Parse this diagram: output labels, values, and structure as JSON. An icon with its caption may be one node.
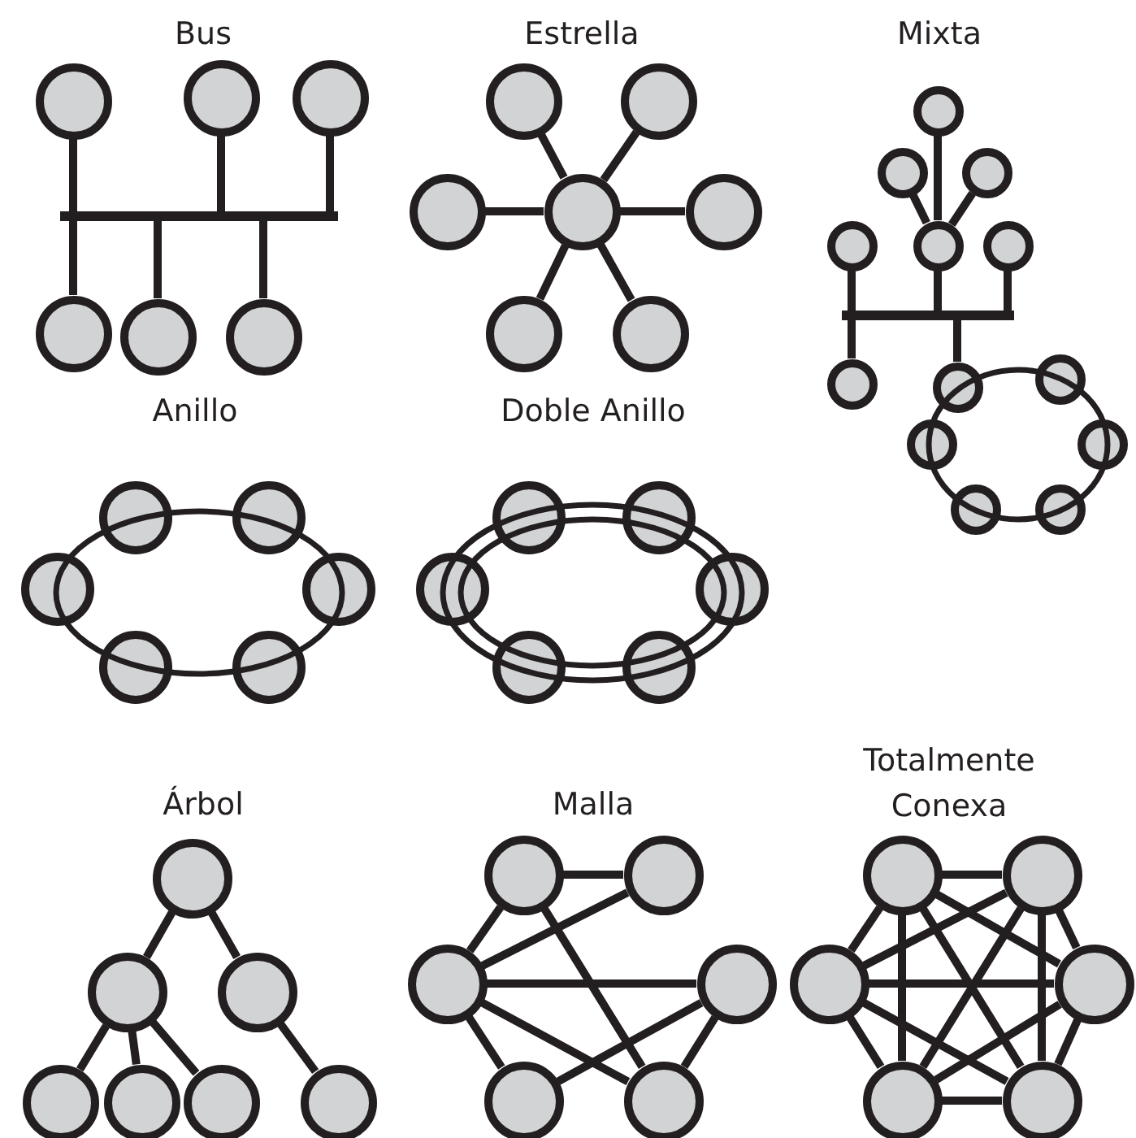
{
  "diagram": {
    "nodes": [
      {
        "text": [],
        "shape": "circle"
      },
      {
        "text": [],
        "shape": "circle"
      },
      {
        "text": [],
        "shape": "circle"
      },
      {
        "text": [],
        "shape": "bar"
      },
      {
        "text": [],
        "shape": "circle"
      },
      {
        "text": [],
        "shape": "circle"
      },
      {
        "text": [],
        "shape": "circle"
      },
      {
        "text": [],
        "shape": "circle"
      },
      {
        "text": [],
        "shape": "circle"
      },
      {
        "text": [],
        "shape": "circle"
      },
      {
        "text": [],
        "shape": "circle"
      },
      {
        "text": [],
        "shape": "circle"
      },
      {
        "text": [],
        "shape": "circle"
      },
      {
        "text": [],
        "shape": "circle"
      },
      {
        "text": [],
        "shape": "circle"
      },
      {
        "text": [],
        "shape": "circle"
      },
      {
        "text": [],
        "shape": "circle"
      },
      {
        "text": [],
        "shape": "circle"
      },
      {
        "text": [],
        "shape": "circle"
      },
      {
        "text": [],
        "shape": "circle"
      },
      {
        "text": [],
        "shape": "bar"
      },
      {
        "text": [],
        "shape": "circle"
      },
      {
        "text": [],
        "shape": "ellipse"
      },
      {
        "text": [],
        "shape": "circle"
      },
      {
        "text": [],
        "shape": "circle"
      },
      {
        "text": [],
        "shape": "circle"
      },
      {
        "text": [],
        "shape": "circle"
      },
      {
        "text": [],
        "shape": "circle"
      },
      {
        "text": [],
        "shape": "circle"
      },
      {
        "text": [],
        "shape": "ellipse"
      },
      {
        "text": [],
        "shape": "circle"
      },
      {
        "text": [],
        "shape": "circle"
      },
      {
        "text": [],
        "shape": "circle"
      },
      {
        "text": [],
        "shape": "circle"
      },
      {
        "text": [],
        "shape": "circle"
      },
      {
        "text": [],
        "shape": "circle"
      },
      {
        "text": [],
        "shape": "ellipse"
      },
      {
        "text": [],
        "shape": "ellipse",
        "in": 36
      },
      {
        "text": [],
        "shape": "circle"
      },
      {
        "text": [],
        "shape": "circle"
      },
      {
        "text": [],
        "shape": "circle"
      },
      {
        "text": [],
        "shape": "circle"
      },
      {
        "text": [],
        "shape": "circle"
      },
      {
        "text": [],
        "shape": "circle"
      },
      {
        "text": [],
        "shape": "circle"
      },
      {
        "text": [],
        "shape": "circle"
      },
      {
        "text": [],
        "shape": "circle"
      },
      {
        "text": [],
        "shape": "circle"
      },
      {
        "text": [],
        "shape": "circle"
      },
      {
        "text": [],
        "shape": "circle"
      },
      {
        "text": [],
        "shape": "circle"
      },
      {
        "text": [],
        "shape": "circle"
      },
      {
        "text": [],
        "shape": "circle"
      },
      {
        "text": [],
        "shape": "circle"
      },
      {
        "text": [],
        "shape": "circle"
      },
      {
        "text": [],
        "shape": "circle"
      },
      {
        "text": [],
        "shape": "circle"
      },
      {
        "text": [],
        "shape": "circle"
      },
      {
        "text": [],
        "shape": "circle"
      },
      {
        "text": [],
        "shape": "circle"
      },
      {
        "text": [],
        "shape": "circle"
      },
      {
        "text": [],
        "shape": "circle"
      },
      {
        "text": [],
        "shape": "circle"
      }
    ],
    "edges": [
      {
        "from": 0,
        "to": 3,
        "arrow": "none"
      },
      {
        "from": 1,
        "to": 3,
        "arrow": "none"
      },
      {
        "from": 2,
        "to": 3,
        "arrow": "none"
      },
      {
        "from": 3,
        "to": 4,
        "arrow": "none"
      },
      {
        "from": 3,
        "to": 5,
        "arrow": "none"
      },
      {
        "from": 3,
        "to": 6,
        "arrow": "none"
      },
      {
        "from": 10,
        "to": 7,
        "arrow": "none"
      },
      {
        "from": 10,
        "to": 8,
        "arrow": "none"
      },
      {
        "from": 10,
        "to": 9,
        "arrow": "none"
      },
      {
        "from": 10,
        "to": 11,
        "arrow": "none"
      },
      {
        "from": 10,
        "to": 12,
        "arrow": "none"
      },
      {
        "from": 10,
        "to": 13,
        "arrow": "none"
      },
      {
        "from": 14,
        "to": 18,
        "arrow": "none"
      },
      {
        "from": 15,
        "to": 18,
        "arrow": "none"
      },
      {
        "from": 16,
        "to": 18,
        "arrow": "none"
      },
      {
        "from": 17,
        "to": 20,
        "arrow": "none"
      },
      {
        "from": 18,
        "to": 20,
        "arrow": "none"
      },
      {
        "from": 19,
        "to": 20,
        "arrow": "none"
      },
      {
        "from": 20,
        "to": 21,
        "arrow": "none"
      },
      {
        "from": 20,
        "to": 23,
        "arrow": "none"
      },
      {
        "from": 44,
        "to": 45,
        "arrow": "none"
      },
      {
        "from": 44,
        "to": 46,
        "arrow": "none"
      },
      {
        "from": 45,
        "to": 47,
        "arrow": "none"
      },
      {
        "from": 45,
        "to": 48,
        "arrow": "none"
      },
      {
        "from": 45,
        "to": 49,
        "arrow": "none"
      },
      {
        "from": 46,
        "to": 50,
        "arrow": "none"
      },
      {
        "from": 51,
        "to": 52,
        "arrow": "none"
      },
      {
        "from": 51,
        "to": 53,
        "arrow": "none"
      },
      {
        "from": 51,
        "to": 56,
        "arrow": "none"
      },
      {
        "from": 53,
        "to": 52,
        "arrow": "none"
      },
      {
        "from": 53,
        "to": 54,
        "arrow": "none"
      },
      {
        "from": 53,
        "to": 56,
        "arrow": "none"
      },
      {
        "from": 53,
        "to": 55,
        "arrow": "none"
      },
      {
        "from": 54,
        "to": 55,
        "arrow": "none"
      },
      {
        "from": 54,
        "to": 56,
        "arrow": "none"
      },
      {
        "from": 57,
        "to": 58,
        "arrow": "none"
      },
      {
        "from": 57,
        "to": 59,
        "arrow": "none"
      },
      {
        "from": 57,
        "to": 60,
        "arrow": "none"
      },
      {
        "from": 57,
        "to": 61,
        "arrow": "none"
      },
      {
        "from": 57,
        "to": 62,
        "arrow": "none"
      },
      {
        "from": 58,
        "to": 59,
        "arrow": "none"
      },
      {
        "from": 58,
        "to": 60,
        "arrow": "none"
      },
      {
        "from": 58,
        "to": 61,
        "arrow": "none"
      },
      {
        "from": 58,
        "to": 62,
        "arrow": "none"
      },
      {
        "from": 59,
        "to": 60,
        "arrow": "none"
      },
      {
        "from": 59,
        "to": 61,
        "arrow": "none"
      },
      {
        "from": 59,
        "to": 62,
        "arrow": "none"
      },
      {
        "from": 60,
        "to": 61,
        "arrow": "none"
      },
      {
        "from": 60,
        "to": 62,
        "arrow": "none"
      },
      {
        "from": 61,
        "to": 62,
        "arrow": "none"
      }
    ],
    "labels": [
      "Bus",
      "Estrella",
      "Mixta",
      "Anillo",
      "Doble Anillo",
      "Árbol",
      "Malla",
      "Totalmente Conexa"
    ]
  }
}
